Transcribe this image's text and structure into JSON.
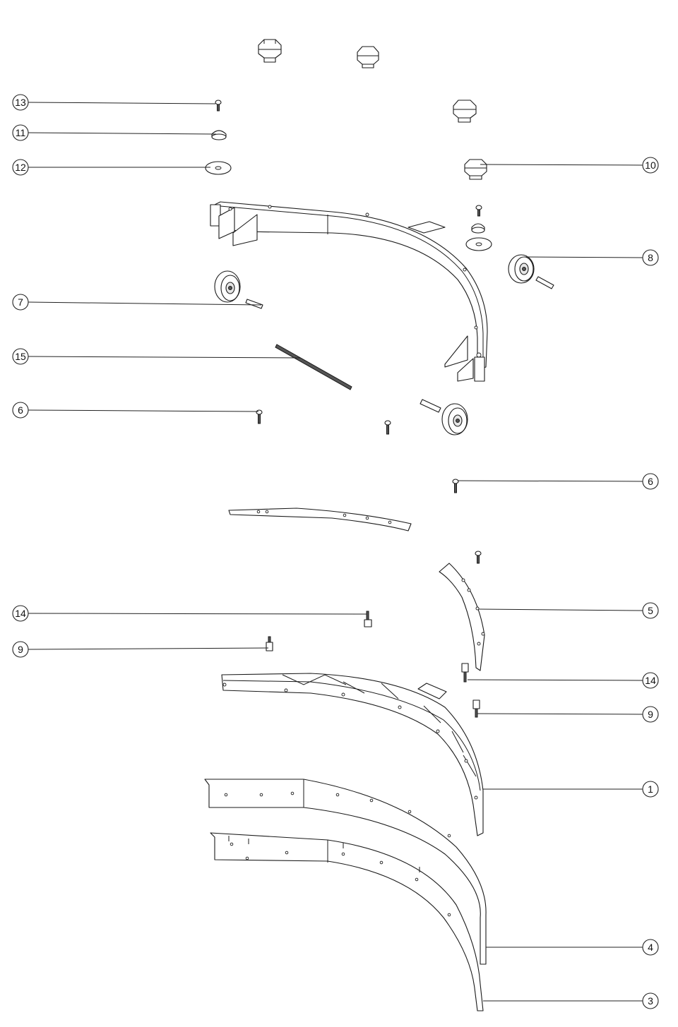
{
  "callouts": [
    {
      "id": "c13",
      "number": "13"
    },
    {
      "id": "c11",
      "number": "11"
    },
    {
      "id": "c12",
      "number": "12"
    },
    {
      "id": "c10",
      "number": "10"
    },
    {
      "id": "c8",
      "number": "8"
    },
    {
      "id": "c7",
      "number": "7"
    },
    {
      "id": "c15",
      "number": "15"
    },
    {
      "id": "c6a",
      "number": "6"
    },
    {
      "id": "c6b",
      "number": "6"
    },
    {
      "id": "c5",
      "number": "5"
    },
    {
      "id": "c14a",
      "number": "14"
    },
    {
      "id": "c9a",
      "number": "9"
    },
    {
      "id": "c14b",
      "number": "14"
    },
    {
      "id": "c9b",
      "number": "9"
    },
    {
      "id": "c1",
      "number": "1"
    },
    {
      "id": "c4",
      "number": "4"
    },
    {
      "id": "c3",
      "number": "3"
    }
  ]
}
